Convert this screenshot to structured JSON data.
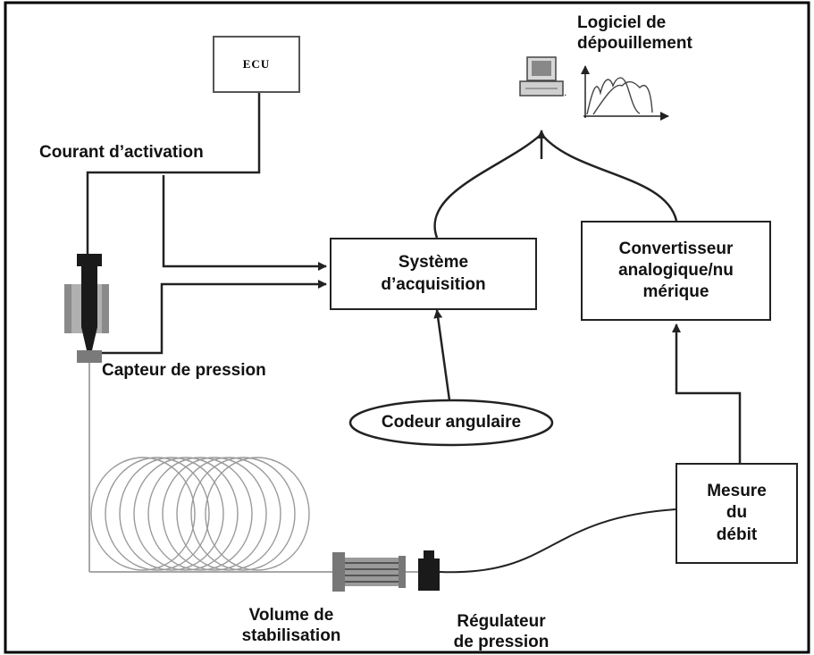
{
  "ecu": {
    "label": "ECU"
  },
  "labels": {
    "courant": "Courant d’activation",
    "capteur": "Capteur de pression",
    "logiciel": "Logiciel de\ndépouillement",
    "volume": "Volume de\nstabilisation",
    "regulateur": "Régulateur\nde pression"
  },
  "boxes": {
    "acquisition": "Système\nd’acquisition",
    "convertisseur": "Convertisseur\nanalogique/nu\nmérique",
    "mesure": "Mesure\ndu\ndébit"
  },
  "ellipse": {
    "codeur": "Codeur angulaire"
  },
  "colors": {
    "line": "#222222",
    "frame": "#000000",
    "coil": "#9a9a9a",
    "injector": "#1a1a1a"
  }
}
